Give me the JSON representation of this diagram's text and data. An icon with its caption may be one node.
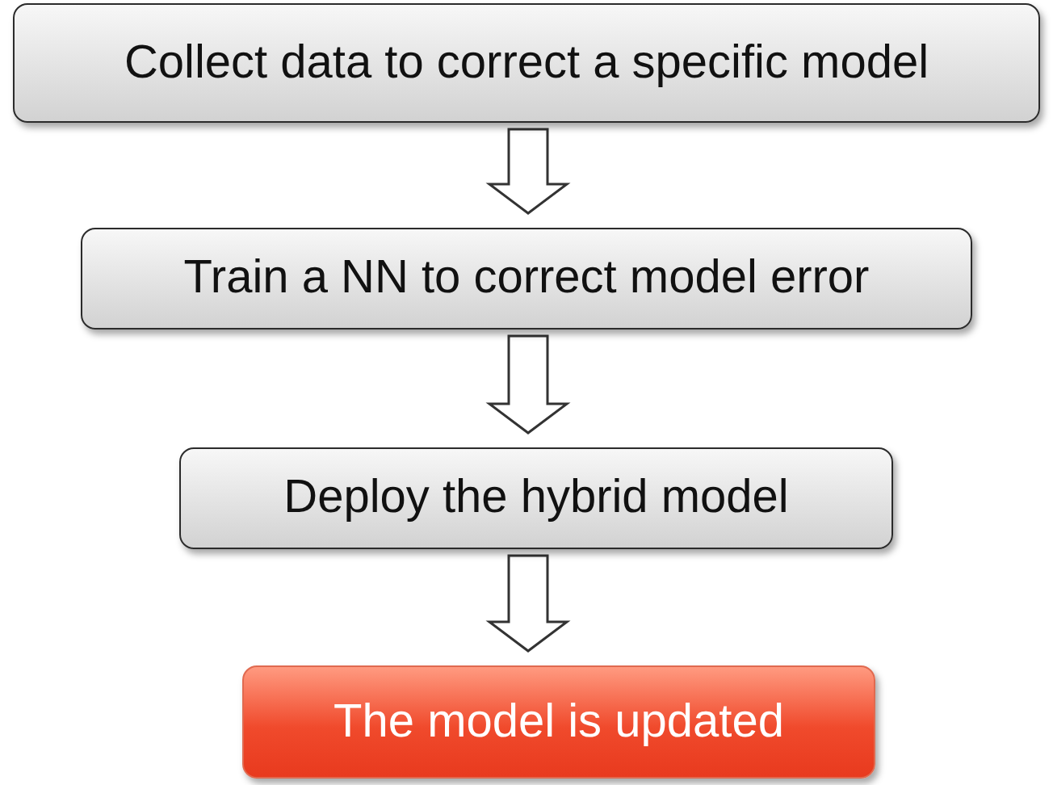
{
  "diagram": {
    "nodes": [
      {
        "text": [
          "Collect data to correct a specific model"
        ]
      },
      {
        "text": [
          "Train a NN to correct model error"
        ]
      },
      {
        "text": [
          "Deploy the hybrid model"
        ]
      },
      {
        "text": [
          "The model is updated"
        ]
      }
    ],
    "edges": [
      {
        "from": 0,
        "to": 1,
        "arrow": "to"
      },
      {
        "from": 1,
        "to": 2,
        "arrow": "to"
      },
      {
        "from": 2,
        "to": 3,
        "arrow": "to"
      }
    ]
  }
}
